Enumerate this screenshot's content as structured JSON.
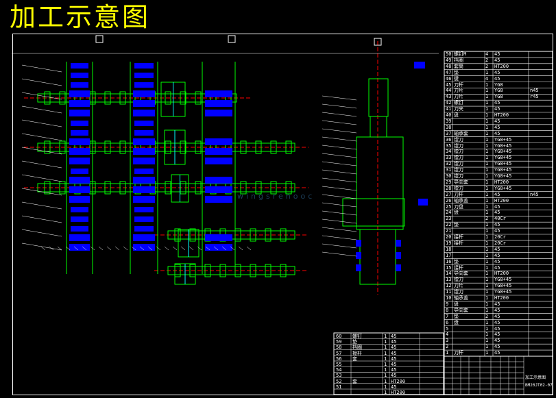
{
  "title": "加工示意图",
  "watermark": "wingsrenooc",
  "bom_main": [
    [
      "50",
      "螺钉M",
      "4",
      "45",
      ""
    ],
    [
      "49",
      "挡圈",
      "2",
      "45",
      ""
    ],
    [
      "48",
      "套筒",
      "2",
      "HT200",
      ""
    ],
    [
      "47",
      "垫",
      "1",
      "45",
      ""
    ],
    [
      "46",
      "键",
      "4",
      "45",
      ""
    ],
    [
      "45",
      "刀杆",
      "1",
      "YG8",
      ""
    ],
    [
      "44",
      "刀片",
      "1",
      "YG8",
      "n45"
    ],
    [
      "43",
      "刀片",
      "1",
      "YG8",
      "r45"
    ],
    [
      "42",
      "螺钉",
      "1",
      "45",
      ""
    ],
    [
      "41",
      "刀夹",
      "1",
      "45",
      ""
    ],
    [
      "40",
      "盘",
      "1",
      "HT200",
      ""
    ],
    [
      "39",
      "",
      "1",
      "45",
      ""
    ],
    [
      "38",
      "",
      "1",
      "45",
      ""
    ],
    [
      "37",
      "轴承套",
      "1",
      "45",
      ""
    ],
    [
      "36",
      "镗刀",
      "1",
      "YG8+45",
      ""
    ],
    [
      "35",
      "镗刀",
      "1",
      "YG8+45",
      ""
    ],
    [
      "34",
      "镗刀",
      "1",
      "YG8+45",
      ""
    ],
    [
      "33",
      "镗刀",
      "1",
      "YG8+45",
      ""
    ],
    [
      "32",
      "镗刀",
      "1",
      "YG8+45",
      ""
    ],
    [
      "31",
      "镗刀",
      "1",
      "YG8+45",
      ""
    ],
    [
      "30",
      "镗刀",
      "1",
      "YG8+45",
      ""
    ],
    [
      "29",
      "导向套",
      "1",
      "HT200",
      ""
    ],
    [
      "28",
      "镗刀",
      "1",
      "YG8+45",
      ""
    ],
    [
      "27",
      "刀杆",
      "1",
      "45",
      "n45"
    ],
    [
      "26",
      "轴承盖",
      "1",
      "HT200",
      ""
    ],
    [
      "25",
      "刀盘",
      "1",
      "45",
      ""
    ],
    [
      "24",
      "盘",
      "1",
      "45",
      ""
    ],
    [
      "23",
      "",
      "2",
      "40Cr",
      ""
    ],
    [
      "22",
      "垫",
      "1",
      "45",
      ""
    ],
    [
      "21",
      "",
      "1",
      "45",
      ""
    ],
    [
      "20",
      "接杆",
      "1",
      "20Cr",
      ""
    ],
    [
      "19",
      "接杆",
      "1",
      "20Cr",
      ""
    ],
    [
      "18",
      "",
      "1",
      "45",
      ""
    ],
    [
      "17",
      "",
      "1",
      "45",
      ""
    ],
    [
      "16",
      "垫",
      "1",
      "45",
      ""
    ],
    [
      "15",
      "接杆",
      "1",
      "45",
      ""
    ],
    [
      "14",
      "导向套",
      "1",
      "HT200",
      ""
    ],
    [
      "13",
      "镗刀",
      "1",
      "YG8+45",
      ""
    ],
    [
      "12",
      "刀片",
      "1",
      "YG8+45",
      ""
    ],
    [
      "11",
      "镗刀",
      "1",
      "YG8+45",
      ""
    ],
    [
      "10",
      "轴承盖",
      "1",
      "HT200",
      ""
    ],
    [
      "9",
      "盘",
      "1",
      "45",
      ""
    ],
    [
      "8",
      "导向套",
      "1",
      "45",
      ""
    ],
    [
      "7",
      "垫",
      "2",
      "45",
      ""
    ],
    [
      "6",
      "盘",
      "1",
      "45",
      ""
    ],
    [
      "5",
      "",
      "1",
      "45",
      ""
    ],
    [
      "4",
      "",
      "1",
      "45",
      ""
    ],
    [
      "3",
      "",
      "1",
      "45",
      ""
    ],
    [
      "2",
      "",
      "1",
      "45",
      ""
    ],
    [
      "1",
      "刀杆",
      "1",
      "45",
      ""
    ]
  ],
  "bom_bottom": [
    [
      "60",
      "螺钉",
      "1",
      "45"
    ],
    [
      "59",
      "垫",
      "1",
      "45"
    ],
    [
      "58",
      "挡圈",
      "1",
      "45"
    ],
    [
      "57",
      "接杆",
      "1",
      "45"
    ],
    [
      "56",
      "套",
      "1",
      "45"
    ],
    [
      "55",
      "",
      "1",
      "45"
    ],
    [
      "54",
      "",
      "1",
      "45"
    ],
    [
      "53",
      "",
      "1",
      "45"
    ],
    [
      "52",
      "套",
      "1",
      "HT200"
    ],
    [
      "51",
      "",
      "1",
      "45"
    ],
    [
      "",
      "",
      "1",
      "HT200"
    ]
  ],
  "title_block": {
    "name": "加工示意图",
    "code": "BM20JT02-07"
  },
  "colors": {
    "background": "#000000",
    "title": "#ffff00",
    "outline": "#ffffff",
    "part": "#00ff00",
    "hatch": "#0000ff",
    "center": "#ff0000",
    "leader": "#ffffff"
  }
}
